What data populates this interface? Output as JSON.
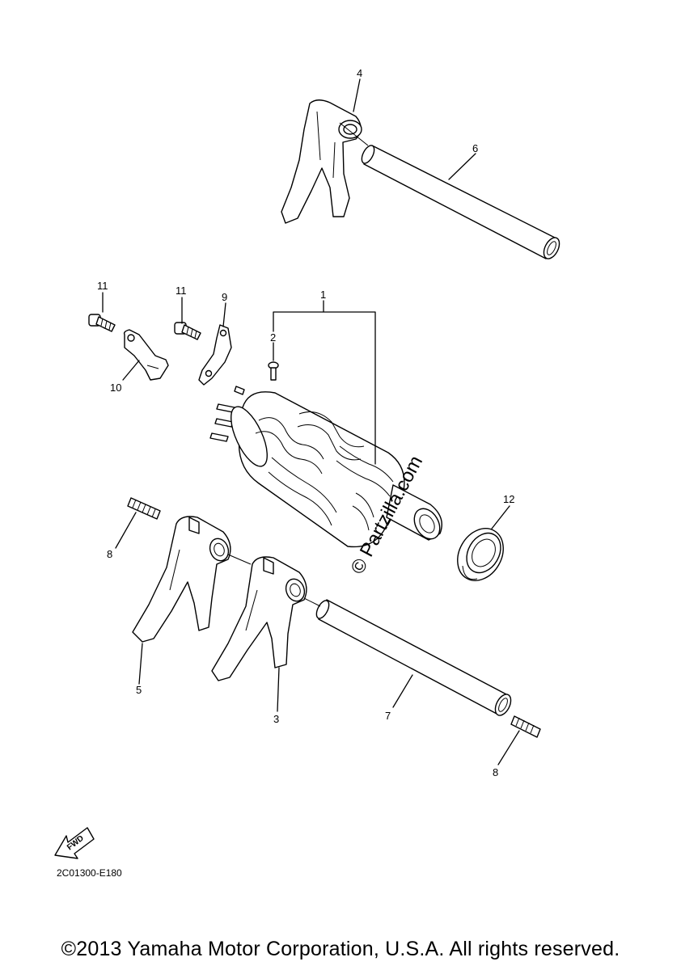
{
  "diagram": {
    "callouts": {
      "c1": "1",
      "c2": "2",
      "c3": "3",
      "c4": "4",
      "c5": "5",
      "c6": "6",
      "c7": "7",
      "c8a": "8",
      "c8b": "8",
      "c9": "9",
      "c10": "10",
      "c11a": "11",
      "c11b": "11",
      "c12": "12"
    },
    "watermark": "© Partzilla.com",
    "fwd_label": "FWD",
    "code": "2C01300-E180"
  },
  "footer": {
    "copyright": "©2013 Yamaha Motor Corporation, U.S.A. All rights reserved."
  }
}
